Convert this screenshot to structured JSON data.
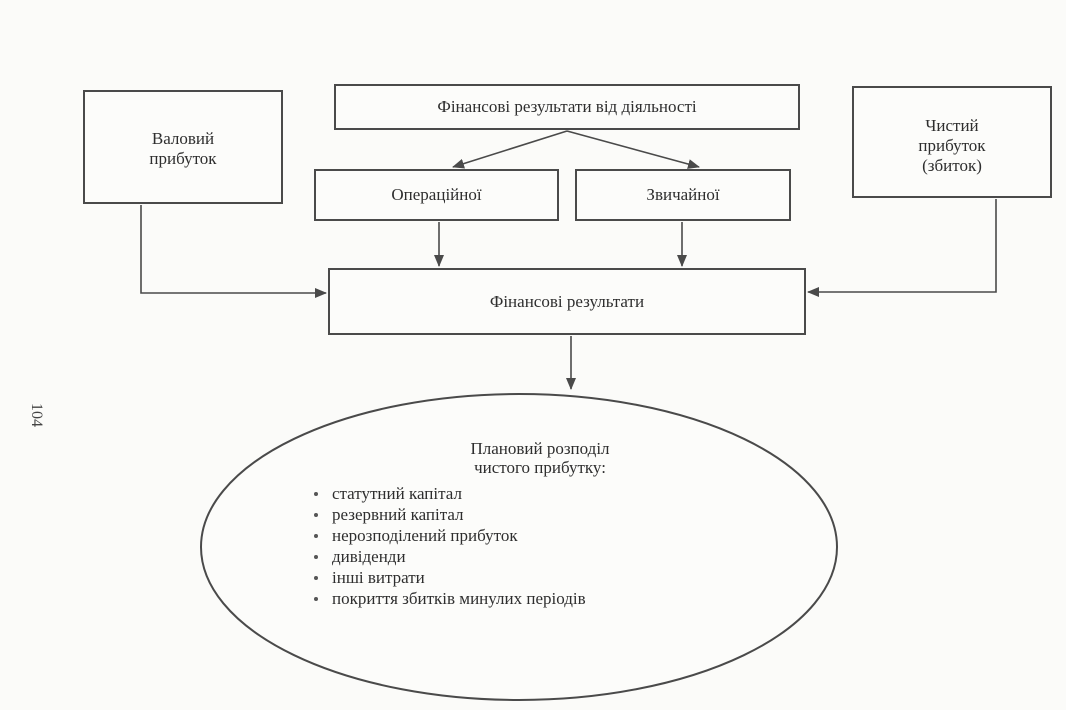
{
  "diagram": {
    "top_box": "Фінансові результати від діяльності",
    "left_box": "Валовий\nприбуток",
    "right_box": "Чистий\nприбуток\n(збиток)",
    "operational_box": "Операційної",
    "ordinary_box": "Звичайної",
    "results_box": "Фінансові результати",
    "ellipse": {
      "title": "Плановий розподіл\nчистого прибутку:",
      "items": [
        "статутний капітал",
        "резервний капітал",
        "нерозподілений прибуток",
        "дивіденди",
        "інші витрати",
        "покриття збитків минулих періодів"
      ]
    }
  },
  "page_number": "104"
}
